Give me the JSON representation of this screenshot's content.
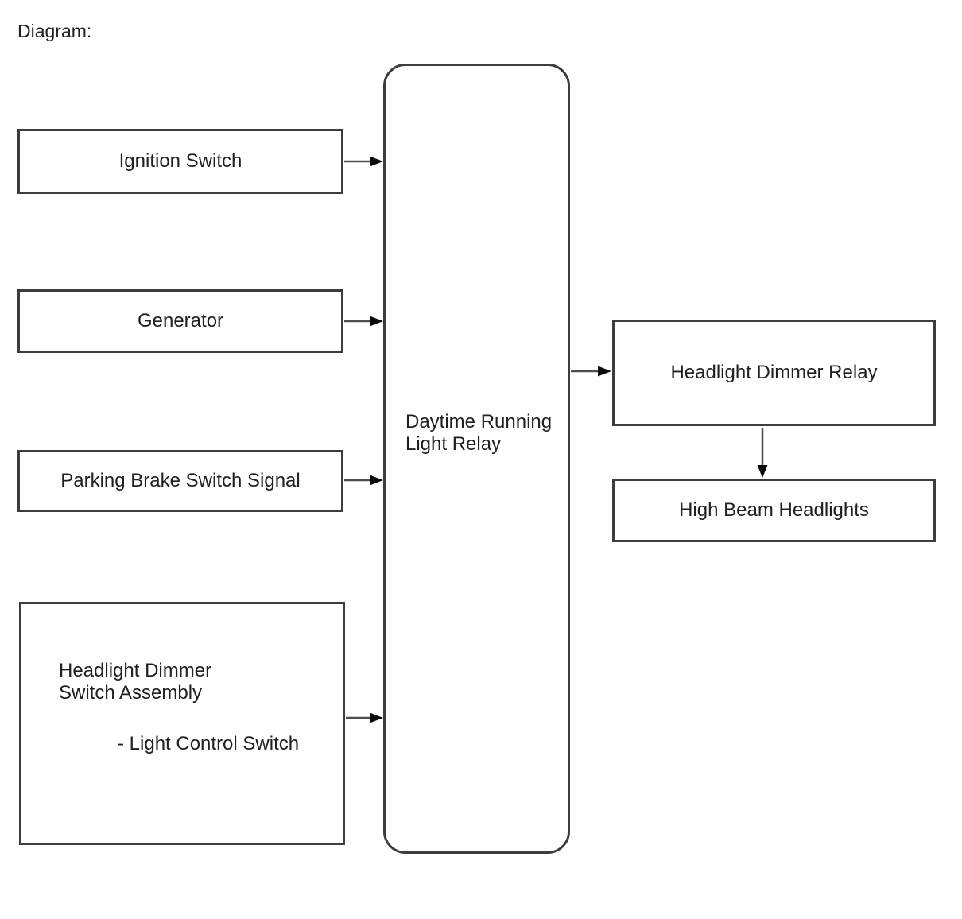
{
  "title": "Diagram:",
  "colors": {
    "background": "#ffffff",
    "box_border": "#3d3d3d",
    "text": "#202020",
    "connector": "#4d4d4d",
    "arrowhead": "#0a0a0a"
  },
  "diagram": {
    "nodes": {
      "ignition_switch": {
        "label": "Ignition Switch"
      },
      "generator": {
        "label": "Generator"
      },
      "parking_brake_switch_signal": {
        "label": "Parking Brake Switch Signal"
      },
      "headlight_dimmer_switch_assembly": {
        "title_line1": "Headlight Dimmer",
        "title_line2": "Switch Assembly",
        "sub_item": "- Light Control Switch"
      },
      "daytime_running_light_relay": {
        "line1": "Daytime Running",
        "line2": "Light Relay"
      },
      "headlight_dimmer_relay": {
        "label": "Headlight Dimmer Relay"
      },
      "high_beam_headlights": {
        "label": "High Beam Headlights"
      }
    },
    "connections": [
      {
        "from": "Ignition Switch",
        "to": "Daytime Running Light Relay"
      },
      {
        "from": "Generator",
        "to": "Daytime Running Light Relay"
      },
      {
        "from": "Parking Brake Switch Signal",
        "to": "Daytime Running Light Relay"
      },
      {
        "from": "Headlight Dimmer Switch Assembly",
        "to": "Daytime Running Light Relay"
      },
      {
        "from": "Daytime Running Light Relay",
        "to": "Headlight Dimmer Relay"
      },
      {
        "from": "Headlight Dimmer Relay",
        "to": "High Beam Headlights"
      }
    ]
  }
}
